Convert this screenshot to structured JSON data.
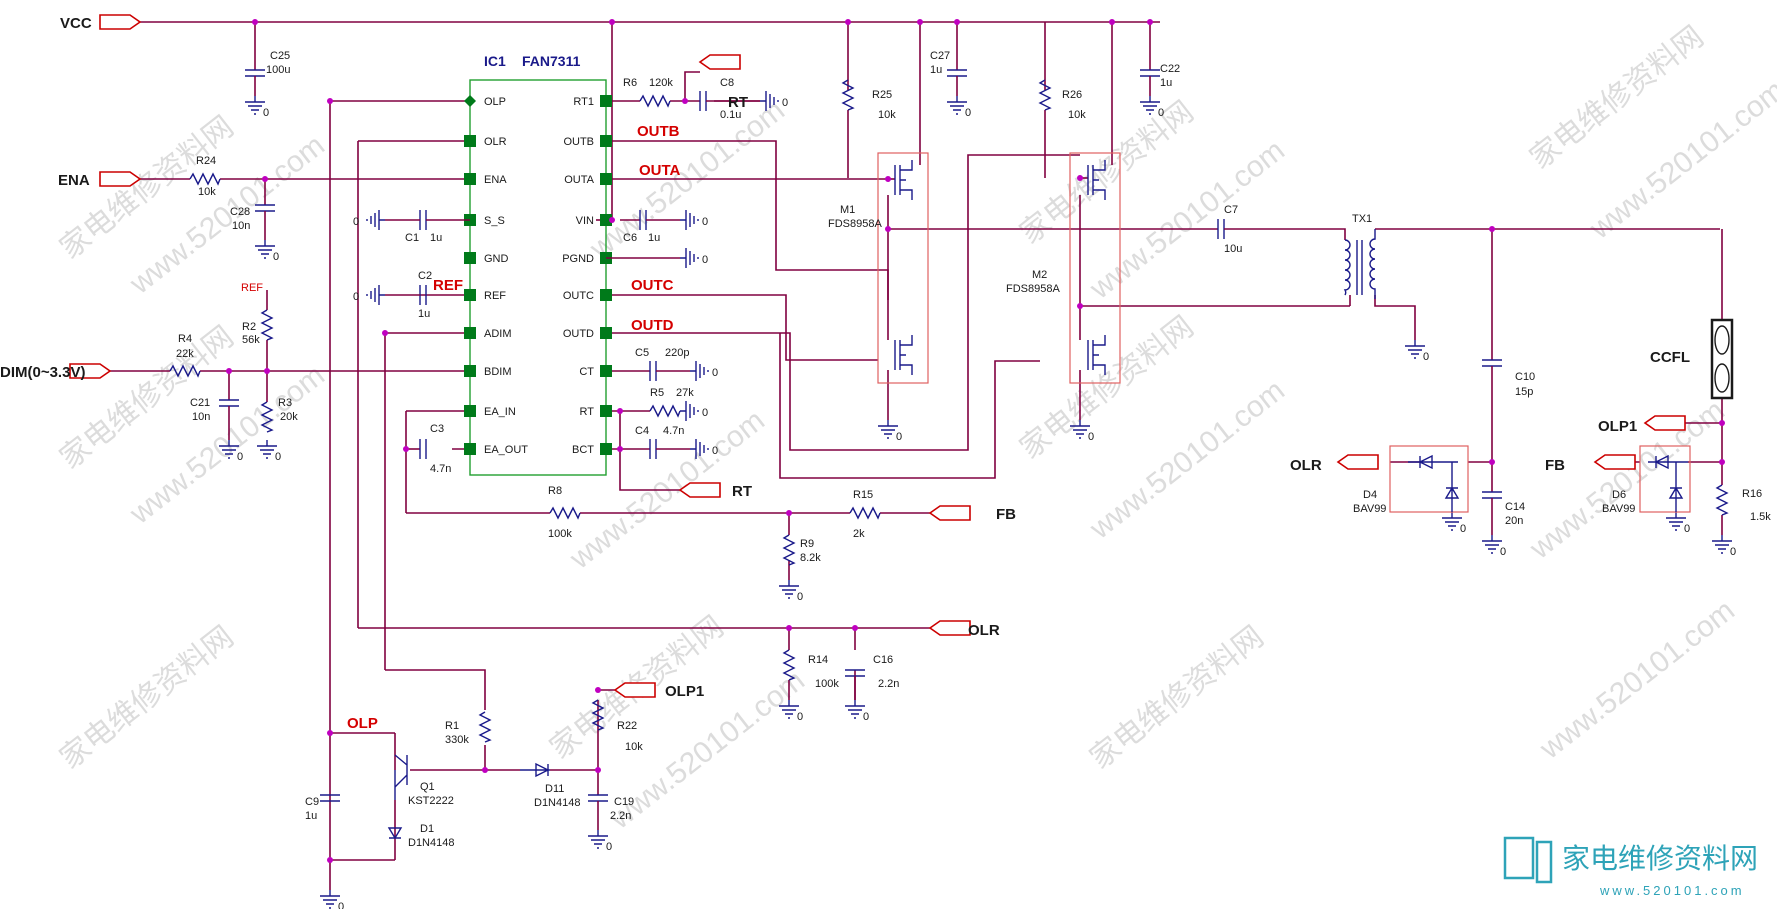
{
  "ic": {
    "ref": "IC1",
    "part": "FAN7311"
  },
  "ic_pins_left": [
    "OLP",
    "OLR",
    "ENA",
    "S_S",
    "GND",
    "REF",
    "ADIM",
    "BDIM",
    "EA_IN",
    "EA_OUT"
  ],
  "ic_pins_right": [
    "RT1",
    "OUTB",
    "OUTA",
    "VIN",
    "PGND",
    "OUTC",
    "OUTD",
    "CT",
    "RT",
    "BCT"
  ],
  "nets": {
    "vcc": "VCC",
    "ena": "ENA",
    "dim": "DIM(0~3.3V)",
    "rt": "RT",
    "fb": "FB",
    "olr": "OLR",
    "olp1": "OLP1",
    "outa": "OUTA",
    "outb": "OUTB",
    "outc": "OUTC",
    "outd": "OUTD",
    "ref": "REF",
    "olp": "OLP",
    "ccfl": "CCFL",
    "gnd": "0"
  },
  "components": {
    "c25": {
      "ref": "C25",
      "value": "100u"
    },
    "r24": {
      "ref": "R24",
      "value": "10k"
    },
    "c28": {
      "ref": "C28",
      "value": "10n"
    },
    "r2": {
      "ref": "R2",
      "value": "56k"
    },
    "r4": {
      "ref": "R4",
      "value": "22k"
    },
    "c21": {
      "ref": "C21",
      "value": "10n"
    },
    "r3": {
      "ref": "R3",
      "value": "20k"
    },
    "c1": {
      "ref": "C1",
      "value": "1u"
    },
    "c2": {
      "ref": "C2",
      "value": "1u"
    },
    "c3": {
      "ref": "C3",
      "value": "4.7n"
    },
    "r6": {
      "ref": "R6",
      "value": "120k"
    },
    "c8": {
      "ref": "C8",
      "value": "0.1u"
    },
    "c6": {
      "ref": "C6",
      "value": "1u"
    },
    "c5": {
      "ref": "C5",
      "value": "220p"
    },
    "r5": {
      "ref": "R5",
      "value": "27k"
    },
    "c4": {
      "ref": "C4",
      "value": "4.7n"
    },
    "r8": {
      "ref": "R8",
      "value": "100k"
    },
    "r15": {
      "ref": "R15",
      "value": "2k"
    },
    "r9": {
      "ref": "R9",
      "value": "8.2k"
    },
    "r14": {
      "ref": "R14",
      "value": "100k"
    },
    "c16": {
      "ref": "C16",
      "value": "2.2n"
    },
    "r25": {
      "ref": "R25",
      "value": "10k"
    },
    "r26": {
      "ref": "R26",
      "value": "10k"
    },
    "c27": {
      "ref": "C27",
      "value": "1u"
    },
    "c22": {
      "ref": "C22",
      "value": "1u"
    },
    "m1": {
      "ref": "M1",
      "value": "FDS8958A"
    },
    "m2": {
      "ref": "M2",
      "value": "FDS8958A"
    },
    "c7": {
      "ref": "C7",
      "value": "10u"
    },
    "tx1": {
      "ref": "TX1"
    },
    "c10": {
      "ref": "C10",
      "value": "15p"
    },
    "c14": {
      "ref": "C14",
      "value": "20n"
    },
    "d4": {
      "ref": "D4",
      "value": "BAV99"
    },
    "d6": {
      "ref": "D6",
      "value": "BAV99"
    },
    "r16": {
      "ref": "R16",
      "value": "1.5k"
    },
    "r1": {
      "ref": "R1",
      "value": "330k"
    },
    "q1": {
      "ref": "Q1",
      "value": "KST2222"
    },
    "d1": {
      "ref": "D1",
      "value": "D1N4148"
    },
    "c9": {
      "ref": "C9",
      "value": "1u"
    },
    "d11": {
      "ref": "D11",
      "value": "D1N4148"
    },
    "r22": {
      "ref": "R22",
      "value": "10k"
    },
    "c19": {
      "ref": "C19",
      "value": "2.2n"
    }
  },
  "watermark": {
    "site_cn": "家电维修资料网",
    "url": "www.520101.com",
    "logo_cn": "家电维修资料网",
    "logo_url": "www.520101.com"
  },
  "colors": {
    "wire": "#800040",
    "component": "#1a1a8a",
    "port": "#cc0000",
    "net_label_red": "#d40000",
    "ic_pin": "#007a1a",
    "junction": "#c000c0",
    "logo": "#2ea3b8"
  }
}
